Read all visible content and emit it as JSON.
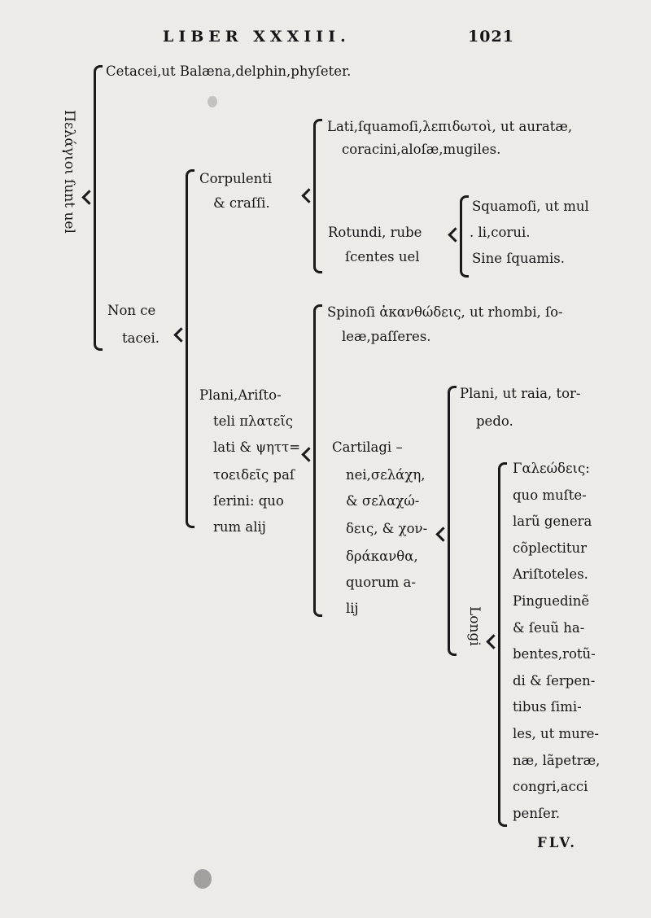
{
  "header": {
    "title": "LIBER XXXIII.",
    "page_number": "1021"
  },
  "root": {
    "label_vertical": "Πελάγιοι ſunt uel",
    "cetacei": "Cetacei,ut Balæna,delphin,phyſeter.",
    "non_cetacei": [
      "Non ce",
      "tacei."
    ]
  },
  "corpulenti": {
    "label": [
      "Corpulenti",
      "& craſſi."
    ],
    "lati": [
      "Lati,ſquamoſi,λεπιδωτοὶ, ut auratæ,",
      "coracini,aloſæ,mugiles."
    ],
    "rotundi": [
      "Rotundi, rube",
      "ſcentes uel"
    ],
    "rotundi_sub": [
      "Squamoſi, ut mul",
      ". li,corui.",
      "Sine ſquamis."
    ]
  },
  "plani": {
    "label": [
      "Plani,Ariſto-",
      "teli πλατεῖς",
      "lati & ψηττ=",
      "τοειδεῖς paſ",
      "ſerini: quo",
      "rum alij"
    ],
    "spinosi": [
      "Spinoſi ἀκανθώδεις, ut rhombi, ſo-",
      "leæ,paſſeres."
    ],
    "cartilaginei": [
      "Cartilagi –",
      "nei,σελάχη,",
      "& σελαχώ-",
      "δεις, & χον-",
      "δράκανθα,",
      "quorum a-",
      "lij"
    ],
    "plani_sub": [
      "Plani, ut raia, tor-",
      "pedo."
    ],
    "longi_label": "Longi",
    "longi": [
      "Γαλεώδεις:",
      "quo muſte-",
      "larũ genera",
      "cõplectitur",
      "Ariſtoteles.",
      "Pinguedinẽ",
      "& ſeuũ ha-",
      "bentes,rotũ-",
      "di & ſerpen-",
      "tibus ſimi-",
      "les, ut mure-",
      "næ, lãpetræ,",
      "congri,acci",
      "penſer."
    ]
  },
  "catchword": "FLV."
}
